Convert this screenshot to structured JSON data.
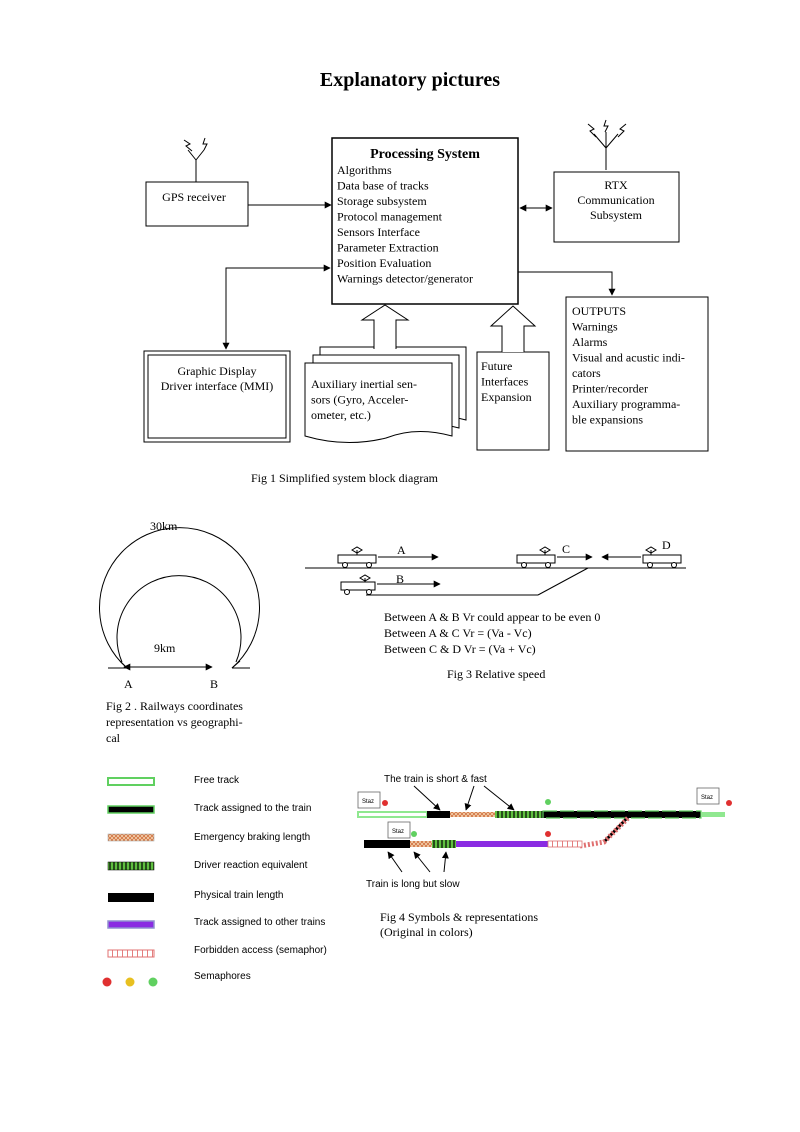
{
  "page_title": "Explanatory pictures",
  "fig1": {
    "processing_title": "Processing System",
    "processing_items": [
      "Algorithms",
      "Data base of tracks",
      "Storage subsystem",
      "Protocol management",
      "Sensors Interface",
      "Parameter Extraction",
      "Position Evaluation",
      "Warnings detector/generator"
    ],
    "gps_label": "GPS receiver",
    "rtx_lines": [
      "RTX",
      "Communication",
      "Subsystem"
    ],
    "outputs_lines": [
      "OUTPUTS",
      "Warnings",
      "Alarms",
      "Visual and acustic indi-",
      "cators",
      "Printer/recorder",
      "Auxiliary programma-",
      "ble expansions"
    ],
    "display_lines": [
      "Graphic Display",
      "Driver interface (MMI)"
    ],
    "aux_lines": [
      "Auxiliary inertial sen-",
      "sors (Gyro, Acceler-",
      "ometer, etc.)"
    ],
    "future_lines": [
      "Future",
      "Interfaces",
      "Expansion"
    ],
    "caption": "Fig 1 Simplified system block diagram"
  },
  "fig2": {
    "label_30km": "30km",
    "label_9km": "9km",
    "label_a": "A",
    "label_b": "B",
    "caption_lines": [
      "Fig 2 . Railways coordinates",
      "representation vs geographi-",
      "cal"
    ]
  },
  "fig3": {
    "label_a": "A",
    "label_b": "B",
    "label_c": "C",
    "label_d": "D",
    "lines": [
      "Between A & B  Vr could appear to be even 0",
      "Between A & C Vr = (Va - Vc)",
      "Between C & D Vr = (Va + Vc)"
    ],
    "caption": "Fig 3 Relative speed"
  },
  "fig4": {
    "legend": [
      "Free track",
      "Track assigned to the train",
      "Emergency braking length",
      "Driver reaction equivalent",
      "Physical train length",
      "Track assigned to other trains",
      "Forbidden access (semaphor)",
      "Semaphores"
    ],
    "short_fast": "The train is short & fast",
    "long_slow": "Train is long but slow",
    "staz": "Staz",
    "caption_lines": [
      "Fig 4 Symbols & representations",
      "(Original in colors)"
    ]
  },
  "colors": {
    "free_track": "#90e890",
    "track_other": "#8a2be2",
    "forbidden": "#e07070",
    "sem_red": "#e03030",
    "sem_yellow": "#e8c020",
    "sem_green": "#60d060",
    "emergency": "#e8a070",
    "driver_reaction": "#60c040"
  }
}
